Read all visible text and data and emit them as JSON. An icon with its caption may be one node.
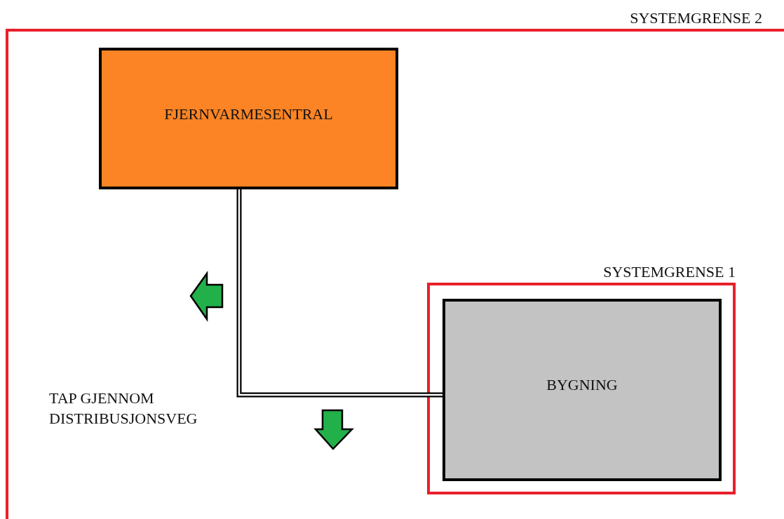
{
  "diagram": {
    "nodes": [
      {
        "text": [
          "SYSTEMGRENSE 2"
        ]
      },
      {
        "text": [
          "FJERNVARMESENTRAL"
        ],
        "in": 0
      },
      {
        "text": [
          "SYSTEMGRENSE 1"
        ],
        "in": 0
      },
      {
        "text": [
          "BYGNING"
        ],
        "in": 2
      }
    ],
    "edges": [
      {
        "from": 1,
        "to": 3,
        "arrow": "none"
      }
    ],
    "labels": [
      "TAP GJENNOM DISTRIBUSJONSVEG"
    ]
  }
}
